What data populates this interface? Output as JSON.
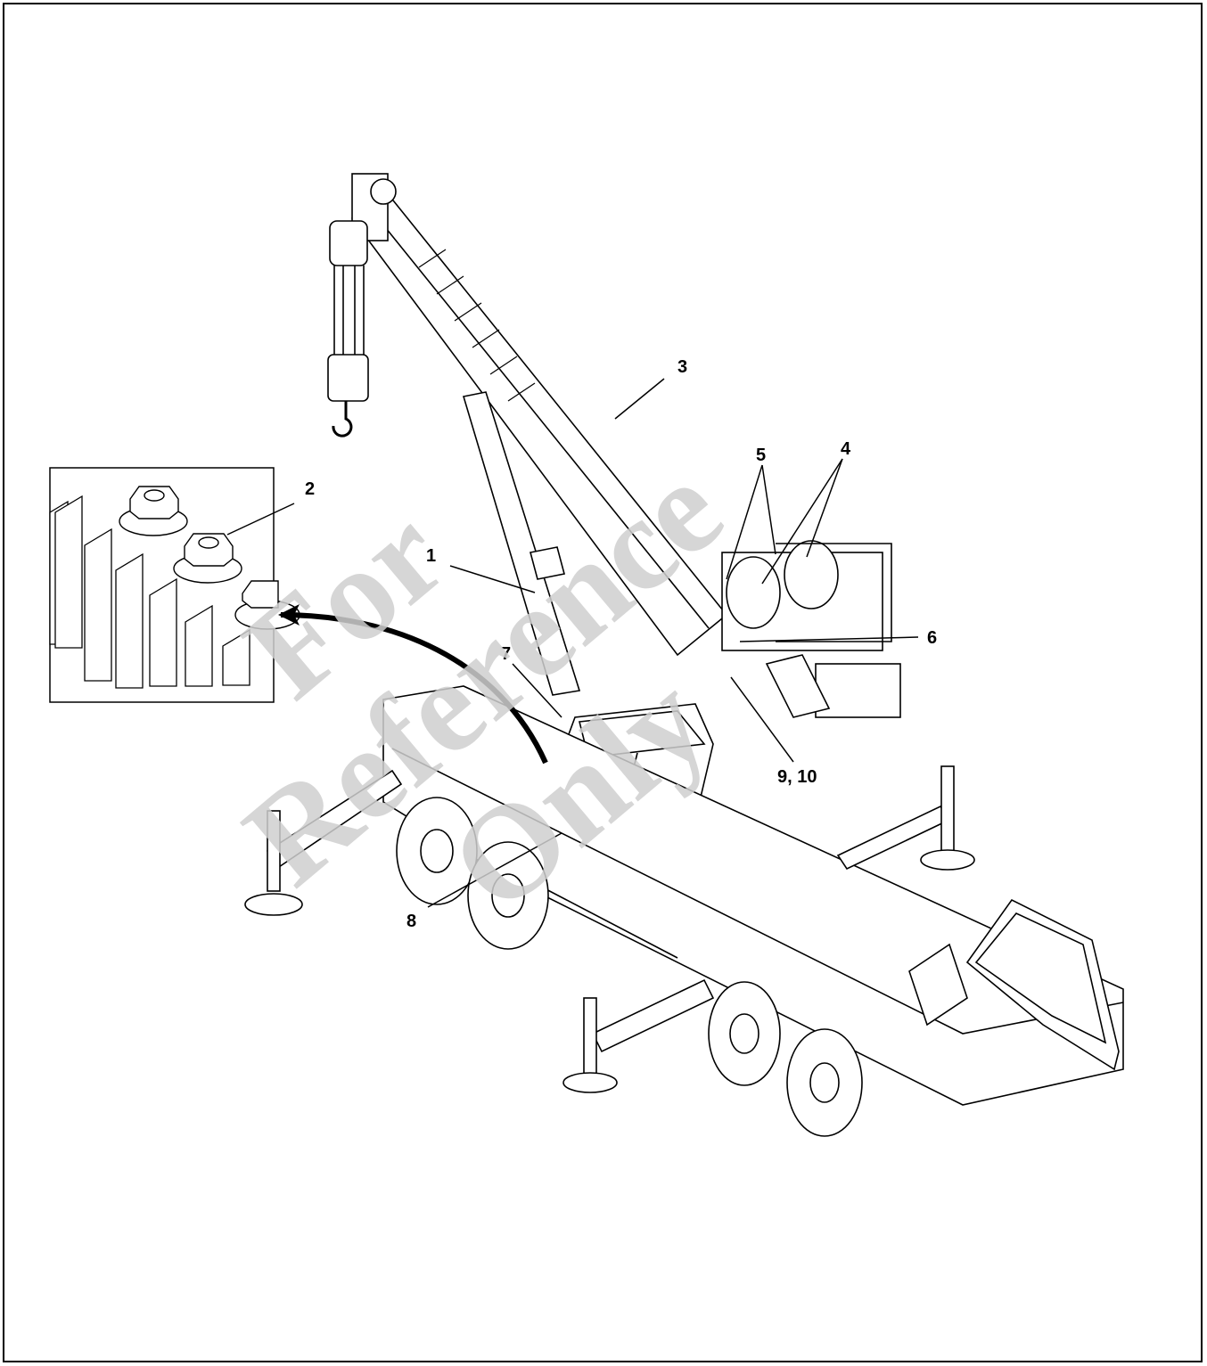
{
  "figure": {
    "callouts": [
      "1",
      "2",
      "3",
      "4",
      "5",
      "6",
      "7",
      "8",
      "9, 10"
    ],
    "watermark": [
      "For",
      "Reference",
      "Only"
    ]
  },
  "colors": {
    "line": "#000000",
    "watermark": "#cfcfcf",
    "background": "#ffffff"
  }
}
